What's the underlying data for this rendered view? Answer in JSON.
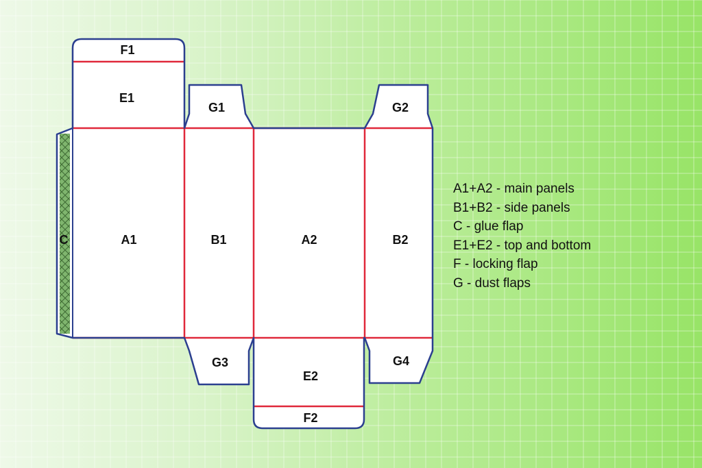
{
  "panels": {
    "f1": "F1",
    "e1": "E1",
    "g1": "G1",
    "g2": "G2",
    "c": "C",
    "a1": "A1",
    "b1": "B1",
    "a2": "A2",
    "b2": "B2",
    "g3": "G3",
    "g4": "G4",
    "e2": "E2",
    "f2": "F2"
  },
  "legend": [
    "A1+A2 - main panels",
    "B1+B2 - side panels",
    "C - glue flap",
    "E1+E2 - top and bottom",
    "F - locking flap",
    "G - dust flaps"
  ],
  "colors": {
    "outline": "#2b3f8f",
    "fold": "#e0283a",
    "glue": "#6fa85f",
    "panel_fill": "#ffffff",
    "grid_line": "#ffffff"
  }
}
